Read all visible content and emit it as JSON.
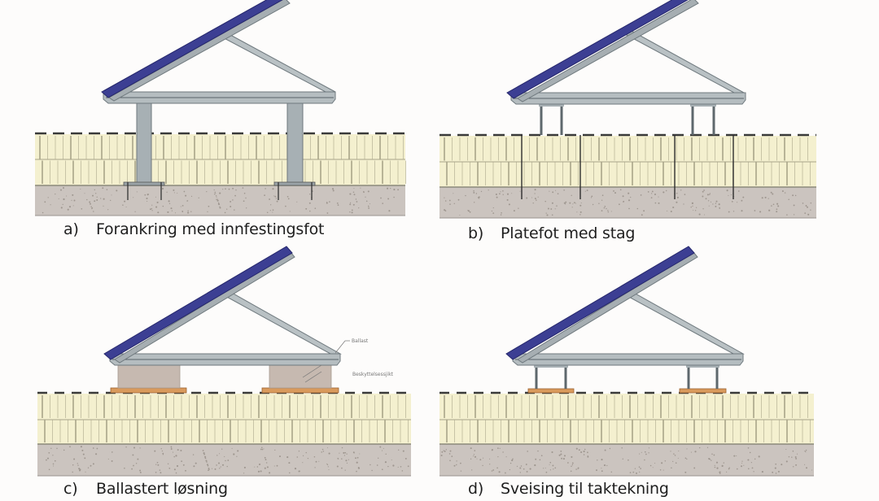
{
  "figure": {
    "panels": [
      {
        "id": "a",
        "letter": "a)",
        "caption": "Forankring med innfestingsfot",
        "support_type": "posts-through-insulation",
        "fastening": "bolted-foot-plate-in-concrete",
        "labels": []
      },
      {
        "id": "b",
        "letter": "b)",
        "caption": "Platefot med stag",
        "support_type": "short-frame-feet",
        "fastening": "rods-through-insulation",
        "labels": []
      },
      {
        "id": "c",
        "letter": "c)",
        "caption": "Ballastert løsning",
        "support_type": "ballast-blocks",
        "fastening": "protection-layer",
        "labels": [
          {
            "text": "Ballast"
          },
          {
            "text": "Beskyttelsessjikt"
          }
        ]
      },
      {
        "id": "d",
        "letter": "d)",
        "caption": "Sveising til taktekning",
        "support_type": "short-frame-feet",
        "fastening": "welded-to-membrane",
        "labels": []
      }
    ],
    "colors": {
      "solar_panel": "#3c3f93",
      "steel_frame": "#a9b2b6",
      "steel_dark": "#6f797e",
      "insulation": "#f3efcc",
      "insulation_lines": "#a8a48a",
      "membrane": "#3a3a3a",
      "concrete": "#c9c2bd",
      "ballast": "#c4b7ae",
      "protection_layer": "#d89a5a"
    }
  }
}
